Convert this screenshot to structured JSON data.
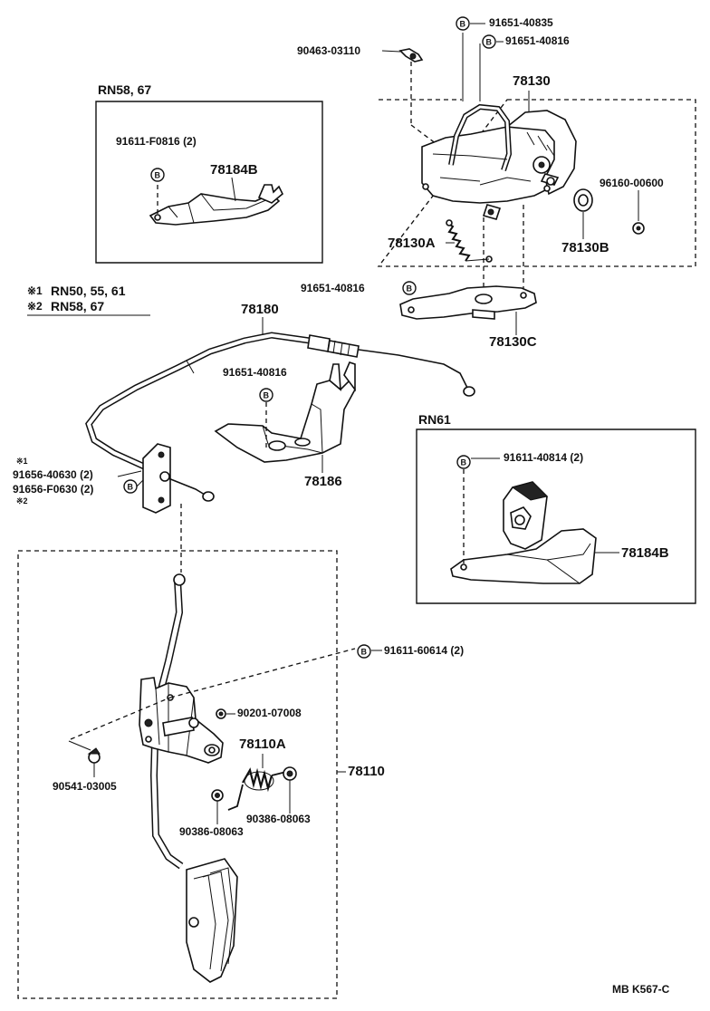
{
  "groups": {
    "rn58_67": "RN58, 67",
    "rn61": "RN61"
  },
  "legend": {
    "mark1": "※1",
    "mark1_text": "RN50, 55, 61",
    "mark2": "※2",
    "mark2_text": "RN58, 67"
  },
  "parts": {
    "p91651_40835": "91651-40835",
    "p91651_40816_top": "91651-40816",
    "p90463_03110": "90463-03110",
    "p78130": "78130",
    "p91611_f0816": "91611-F0816 (2)",
    "p78184b_top": "78184B",
    "p96160_00600": "96160-00600",
    "p78130a": "78130A",
    "p78130b": "78130B",
    "p91651_40816_mid": "91651-40816",
    "p78130c": "78130C",
    "p78180": "78180",
    "p91651_40816_low": "91651-40816",
    "p78186": "78186",
    "p91611_40814": "91611-40814 (2)",
    "p78184b_rn61": "78184B",
    "p91656_40630": "91656-40630 (2)",
    "p91656_f0630": "91656-F0630 (2)",
    "p91611_60614": "91611-60614 (2)",
    "p90201_07008": "90201-07008",
    "p78110a": "78110A",
    "p78110": "78110",
    "p90541_03005": "90541-03005",
    "p90386_08063_a": "90386-08063",
    "p90386_08063_b": "90386-08063"
  },
  "markers": {
    "mark1_small": "※1",
    "mark2_small": "※2",
    "bolt_symbol": "B"
  },
  "footer": {
    "code": "MB K567-C"
  }
}
